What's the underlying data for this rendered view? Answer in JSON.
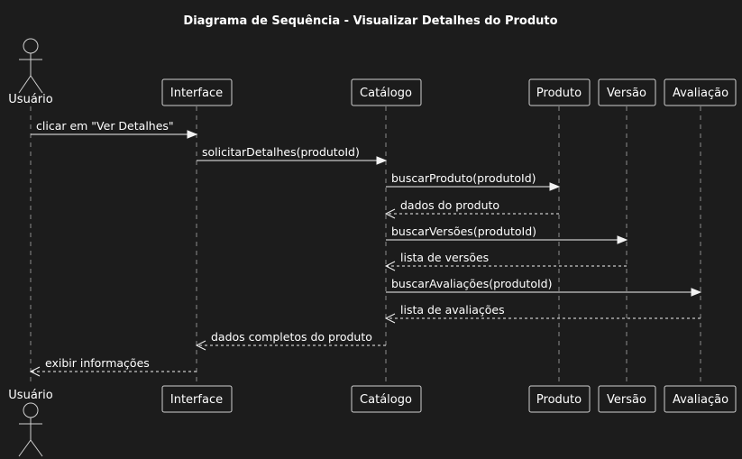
{
  "title": "Diagrama de Sequência - Visualizar Detalhes do Produto",
  "participants": [
    {
      "id": "usuario",
      "label": "Usuário",
      "kind": "actor"
    },
    {
      "id": "interface",
      "label": "Interface",
      "kind": "box"
    },
    {
      "id": "catalogo",
      "label": "Catálogo",
      "kind": "box"
    },
    {
      "id": "produto",
      "label": "Produto",
      "kind": "box"
    },
    {
      "id": "versao",
      "label": "Versão",
      "kind": "box"
    },
    {
      "id": "avaliacao",
      "label": "Avaliação",
      "kind": "box"
    }
  ],
  "messages": [
    {
      "from": "usuario",
      "to": "interface",
      "label": "clicar em \"Ver Detalhes\"",
      "style": "solid"
    },
    {
      "from": "interface",
      "to": "catalogo",
      "label": "solicitarDetalhes(produtoId)",
      "style": "solid"
    },
    {
      "from": "catalogo",
      "to": "produto",
      "label": "buscarProduto(produtoId)",
      "style": "solid"
    },
    {
      "from": "produto",
      "to": "catalogo",
      "label": "dados do produto",
      "style": "dashed"
    },
    {
      "from": "catalogo",
      "to": "versao",
      "label": "buscarVersões(produtoId)",
      "style": "solid"
    },
    {
      "from": "versao",
      "to": "catalogo",
      "label": "lista de versões",
      "style": "dashed"
    },
    {
      "from": "catalogo",
      "to": "avaliacao",
      "label": "buscarAvaliações(produtoId)",
      "style": "solid"
    },
    {
      "from": "avaliacao",
      "to": "catalogo",
      "label": "lista de avaliações",
      "style": "dashed"
    },
    {
      "from": "catalogo",
      "to": "interface",
      "label": "dados completos do produto",
      "style": "dashed"
    },
    {
      "from": "interface",
      "to": "usuario",
      "label": "exibir informações",
      "style": "dashed"
    }
  ],
  "colors": {
    "background": "#1c1c1c",
    "line": "#f2f2f2",
    "border": "#d0d0d0"
  }
}
